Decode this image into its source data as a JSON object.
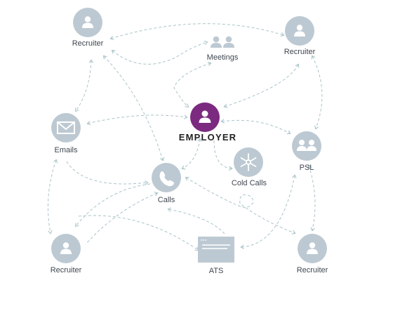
{
  "colors": {
    "node": "#bdc9d2",
    "primary": "#7b2a80",
    "edge": "#aac4c9",
    "label": "#3f4750"
  },
  "nodes": {
    "recruiter_tl": {
      "label": "Recruiter",
      "icon": "user-icon"
    },
    "meetings": {
      "label": "Meetings",
      "icon": "users-icon"
    },
    "recruiter_tr": {
      "label": "Recruiter",
      "icon": "user-icon"
    },
    "emails": {
      "label": "Emails",
      "icon": "envelope-icon"
    },
    "employer": {
      "label": "EMPLOYER",
      "icon": "user-icon"
    },
    "psl": {
      "label": "PSL",
      "icon": "group-icon"
    },
    "cold_calls": {
      "label": "Cold Calls",
      "icon": "snowflake-icon"
    },
    "calls": {
      "label": "Calls",
      "icon": "phone-icon"
    },
    "recruiter_bl": {
      "label": "Recruiter",
      "icon": "user-icon"
    },
    "ats": {
      "label": "ATS",
      "icon": "window-icon"
    },
    "recruiter_br": {
      "label": "Recruiter",
      "icon": "user-icon"
    }
  }
}
